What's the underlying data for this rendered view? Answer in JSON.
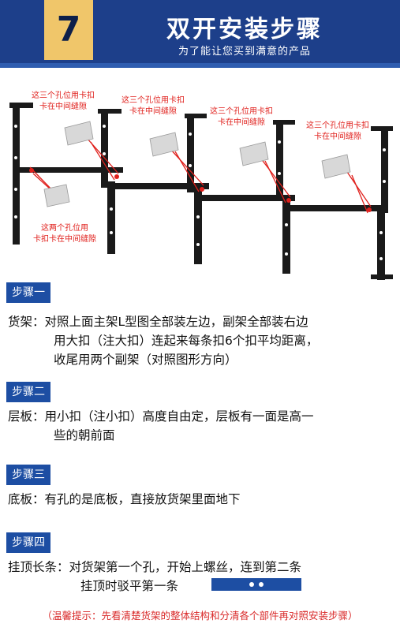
{
  "header": {
    "step_number": "7",
    "title": "双开安装步骤",
    "subtitle": "为了能让您买到满意的产品"
  },
  "diagram": {
    "annotations": [
      {
        "line1": "这三个孔位用卡扣",
        "line2": "卡在中间缝隙"
      },
      {
        "line1": "这三个孔位用卡扣",
        "line2": "卡在中间缝隙"
      },
      {
        "line1": "这三个孔位用卡扣",
        "line2": "卡在中间缝隙"
      },
      {
        "line1": "这三个孔位用卡扣",
        "line2": "卡在中间缝隙"
      },
      {
        "line1": "这两个孔位用",
        "line2": "卡扣卡在中间缝隙"
      }
    ],
    "colors": {
      "rack": "#1a1a1a",
      "callout": "#e0201c",
      "clip": "#d8d8d8"
    }
  },
  "steps": [
    {
      "label": "步骤一",
      "lines": [
        "货架：对照上面主架L型图全部装左边，副架全部装右边",
        "用大扣（注大扣）连起来每条扣6个扣平均距离，",
        "收尾用两个副架（对照图形方向）"
      ]
    },
    {
      "label": "步骤二",
      "lines": [
        "层板：用小扣（注小扣）高度自由定，层板有一面是高一",
        "些的朝前面"
      ]
    },
    {
      "label": "步骤三",
      "lines": [
        "底板：有孔的是底板，直接放货架里面地下"
      ]
    },
    {
      "label": "步骤四",
      "lines": [
        "挂顶长条：对货架第一个孔，开始上螺丝，连到第二条",
        "挂顶时驳平第一条"
      ]
    }
  ],
  "tip": "（温馨提示：先看清楚货架的整体结构和分清各个部件再对照安装步骤）",
  "colors": {
    "header_bg": "#1d3f8a",
    "badge": "#f0c66a",
    "step_label_bg": "#1d4ea3",
    "tip": "#d92a2a"
  }
}
